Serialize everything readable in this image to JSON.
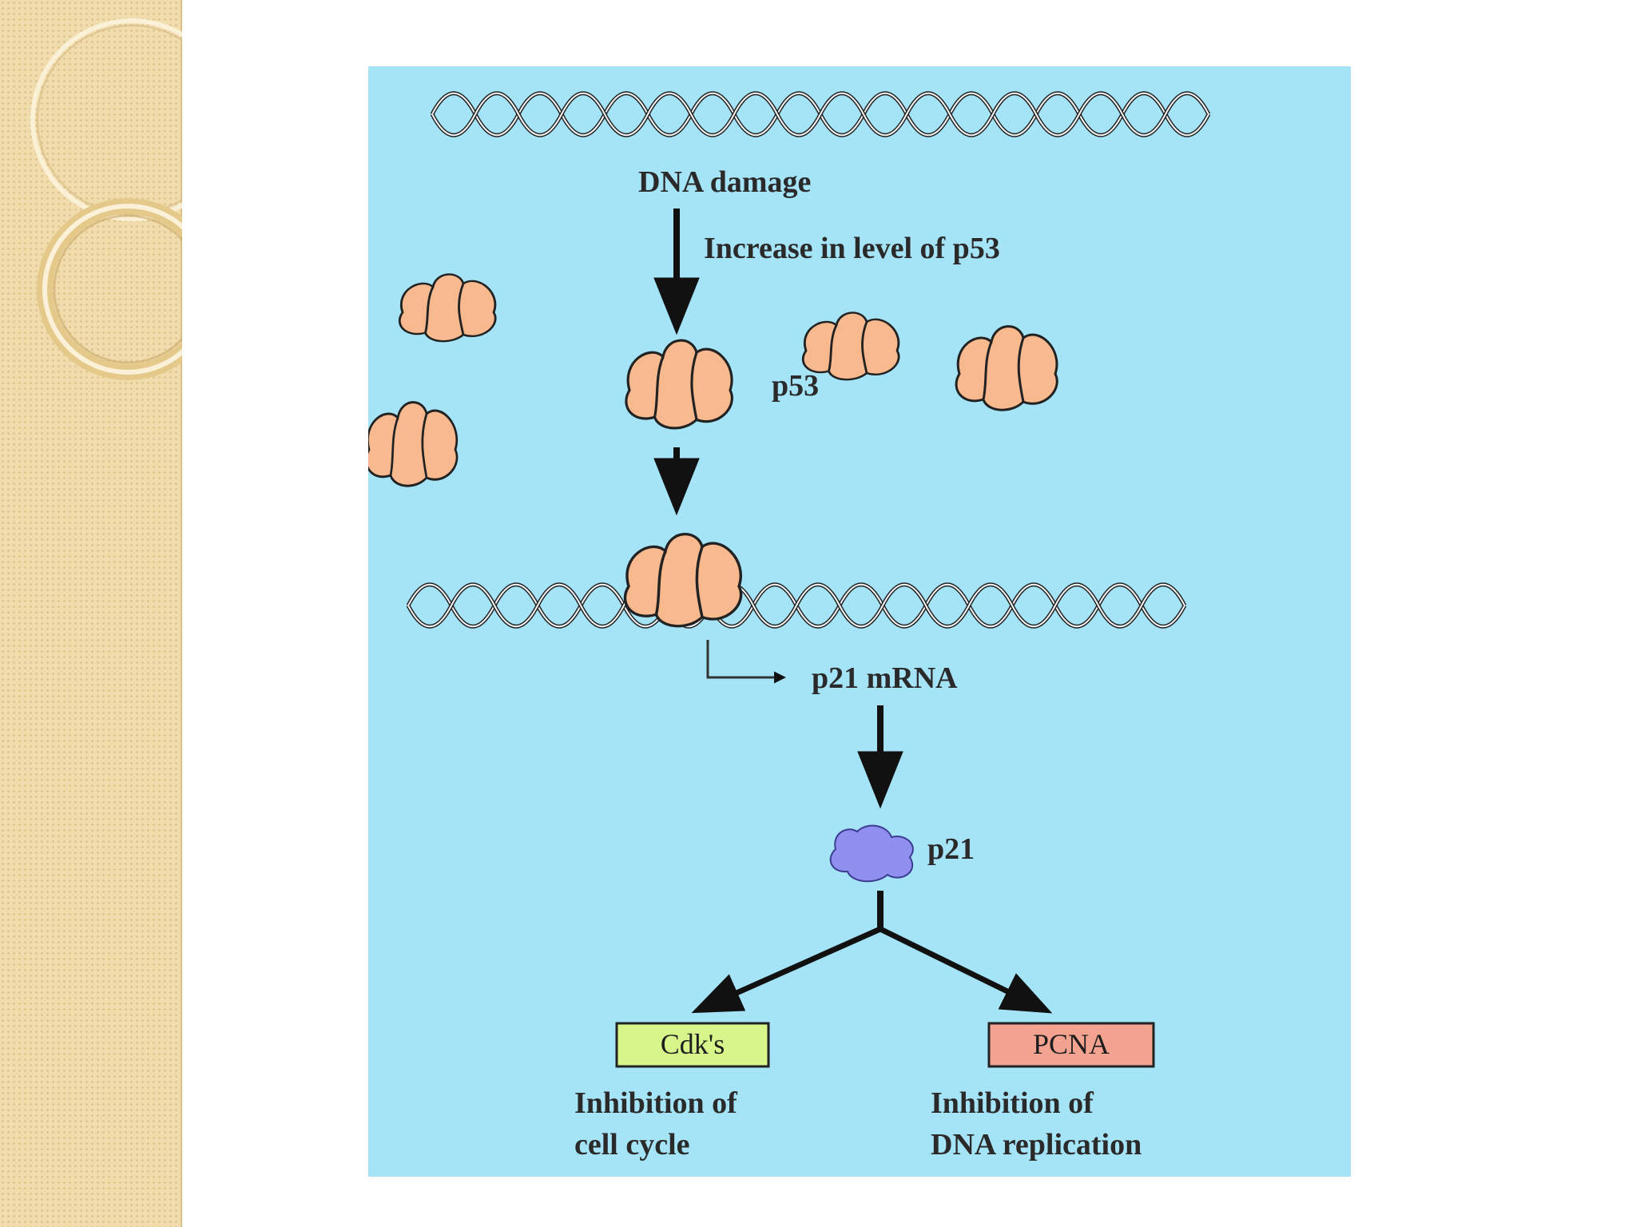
{
  "diagram": {
    "nodes": {
      "dna_damage": "DNA damage",
      "increase_p53": "Increase in level of p53",
      "p53": "p53",
      "p21_mrna": "p21 mRNA",
      "p21": "p21",
      "cdks": "Cdk's",
      "pcna": "PCNA",
      "cell_cycle_line1": "Inhibition of",
      "cell_cycle_line2": "cell cycle",
      "dna_repl_line1": "Inhibition of",
      "dna_repl_line2": "DNA replication"
    },
    "colors": {
      "background": "#a5e3f7",
      "p53_protein": "#f8b98e",
      "p21_protein": "#8f8ff0",
      "cdks_box": "#d8f58c",
      "pcna_box": "#f4a391",
      "side_panel": "#f1dcae"
    }
  }
}
